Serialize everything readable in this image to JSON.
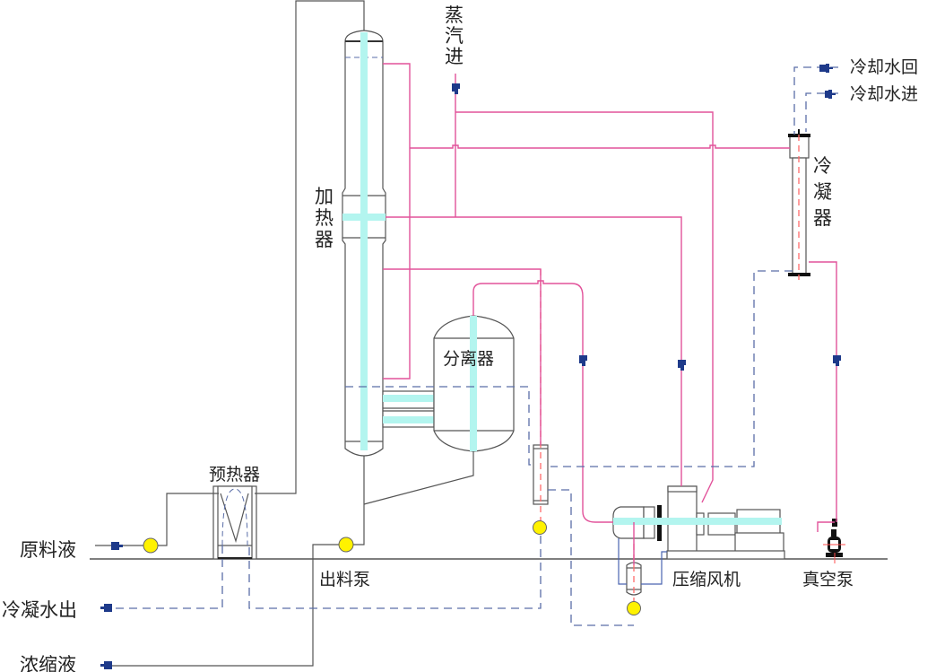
{
  "diagram": {
    "type": "process-flow",
    "equipment": {
      "heater": "加\n热\n器",
      "separator": "分离器",
      "condenser": "冷\n凝\n器",
      "preheater": "预热器",
      "discharge_pump": "出料泵",
      "compressor_fan": "压缩风机",
      "vacuum_pump": "真空泵"
    },
    "streams": {
      "steam_in": "蒸\n汽\n进",
      "cooling_water_return": "冷却水回",
      "cooling_water_in": "冷却水进",
      "feed_liquid": "原料液",
      "condensate_out": "冷凝水出",
      "concentrate": "浓缩液"
    },
    "line_legend": {
      "vapor": "pink solid",
      "water": "blue dashed",
      "process_liquid": "gray solid"
    },
    "colors": {
      "vapor_line": "#e2529a",
      "water_line": "#5a6ea8",
      "process_line": "#555555",
      "tube_fill": "#b3f5ef",
      "valve": "#1e3a8a",
      "pump": "#fff200"
    }
  }
}
